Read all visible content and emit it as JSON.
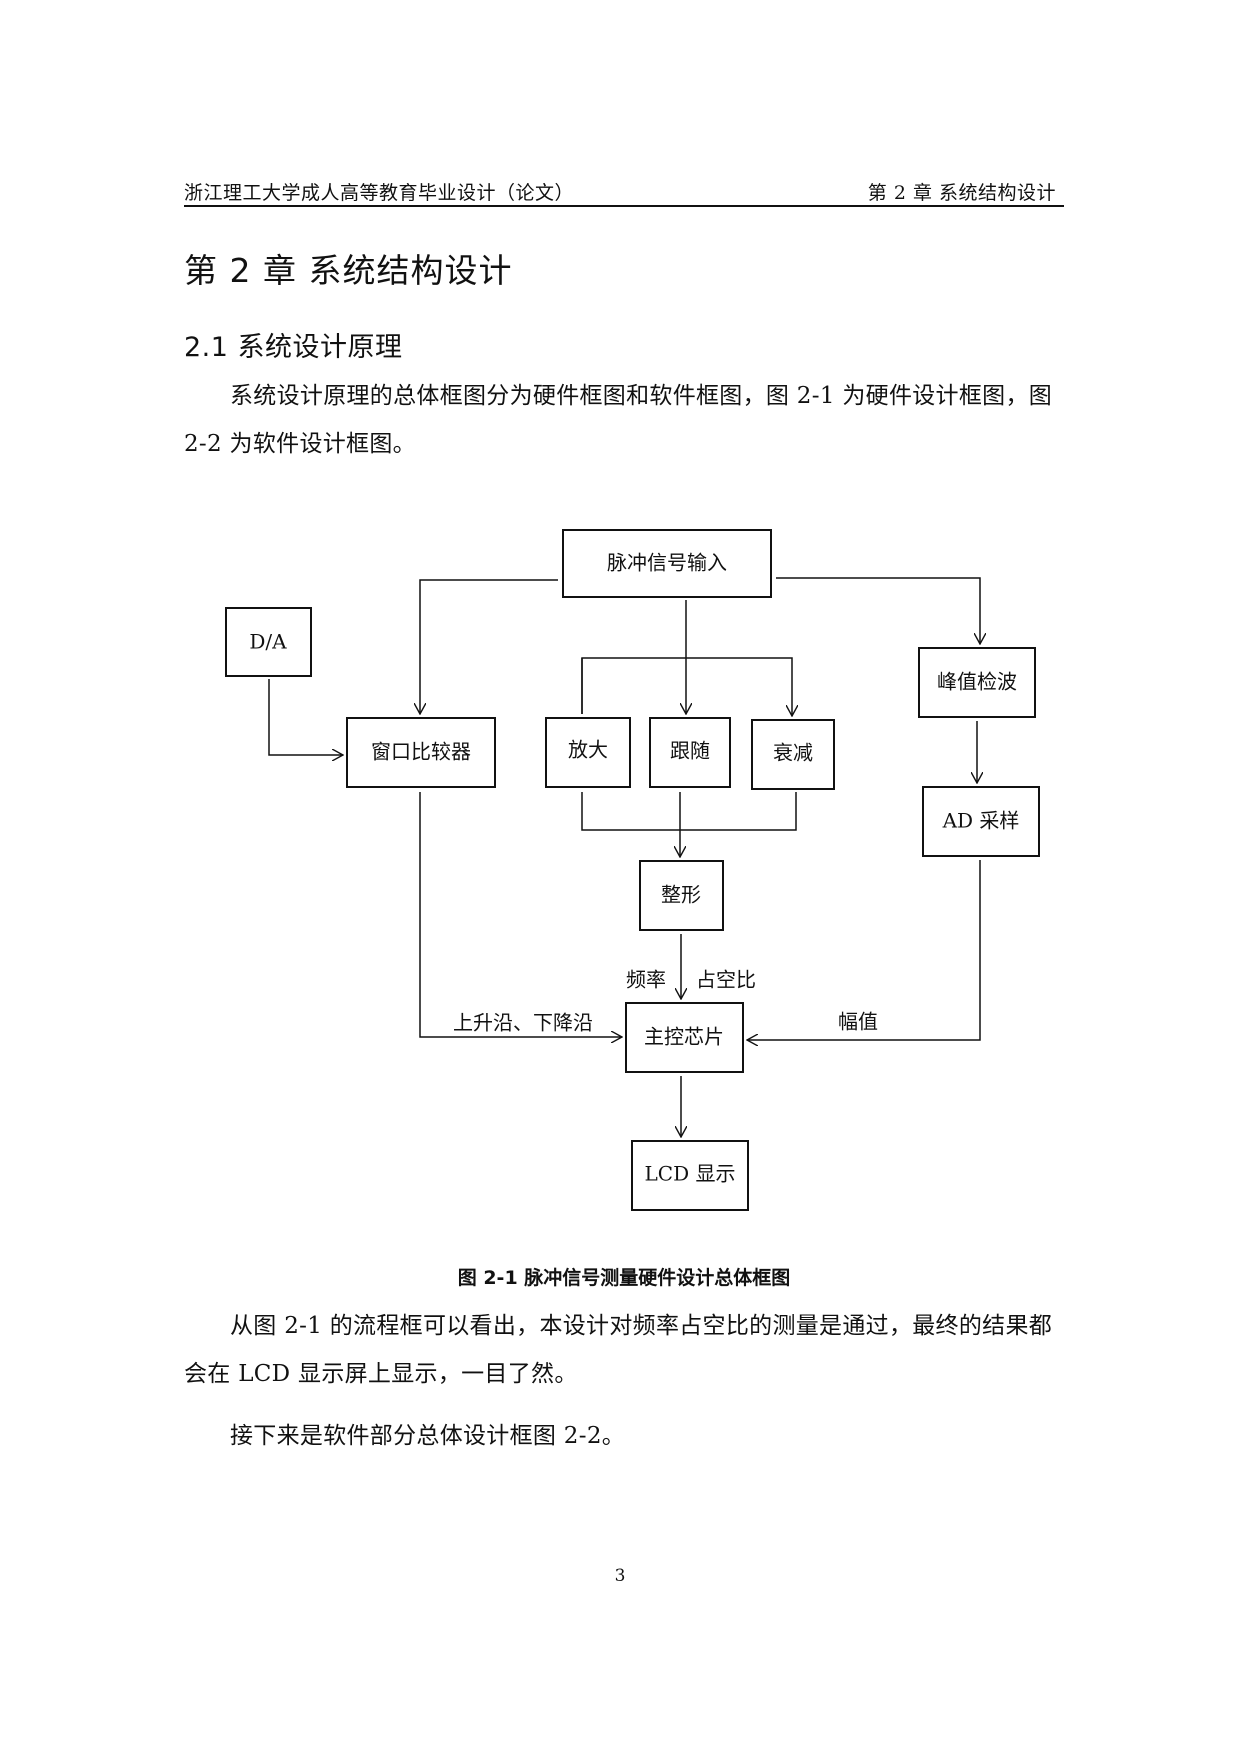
{
  "header": {
    "left": "浙江理工大学成人高等教育毕业设计（论文）",
    "right": "第 2 章  系统结构设计"
  },
  "chapter_title": "第 2 章  系统结构设计",
  "section_title": "2.1 系统设计原理",
  "paragraphs": {
    "intro": "系统设计原理的总体框图分为硬件框图和软件框图，图 2-1 为硬件设计框图，图 2-2 为软件设计框图。",
    "after_figure": "从图 2-1 的流程框可以看出，本设计对频率占空比的测量是通过，最终的结果都会在 LCD 显示屏上显示，一目了然。",
    "next": "接下来是软件部分总体设计框图 2-2。"
  },
  "figure": {
    "caption": "图 2-1 脉冲信号测量硬件设计总体框图",
    "nodes": {
      "input": "脉冲信号输入",
      "da": "D/A",
      "window_comparator": "窗口比较器",
      "amplify": "放大",
      "follow": "跟随",
      "attenuate": "衰减",
      "peak_detect": "峰值检波",
      "ad_sample": "AD 采样",
      "shaping": "整形",
      "main_chip": "主控芯片",
      "lcd": "LCD 显示"
    },
    "edge_labels": {
      "frequency": "频率",
      "duty_cycle": "占空比",
      "edges": "上升沿、下降沿",
      "amplitude": "幅值"
    }
  },
  "page_number": "3"
}
